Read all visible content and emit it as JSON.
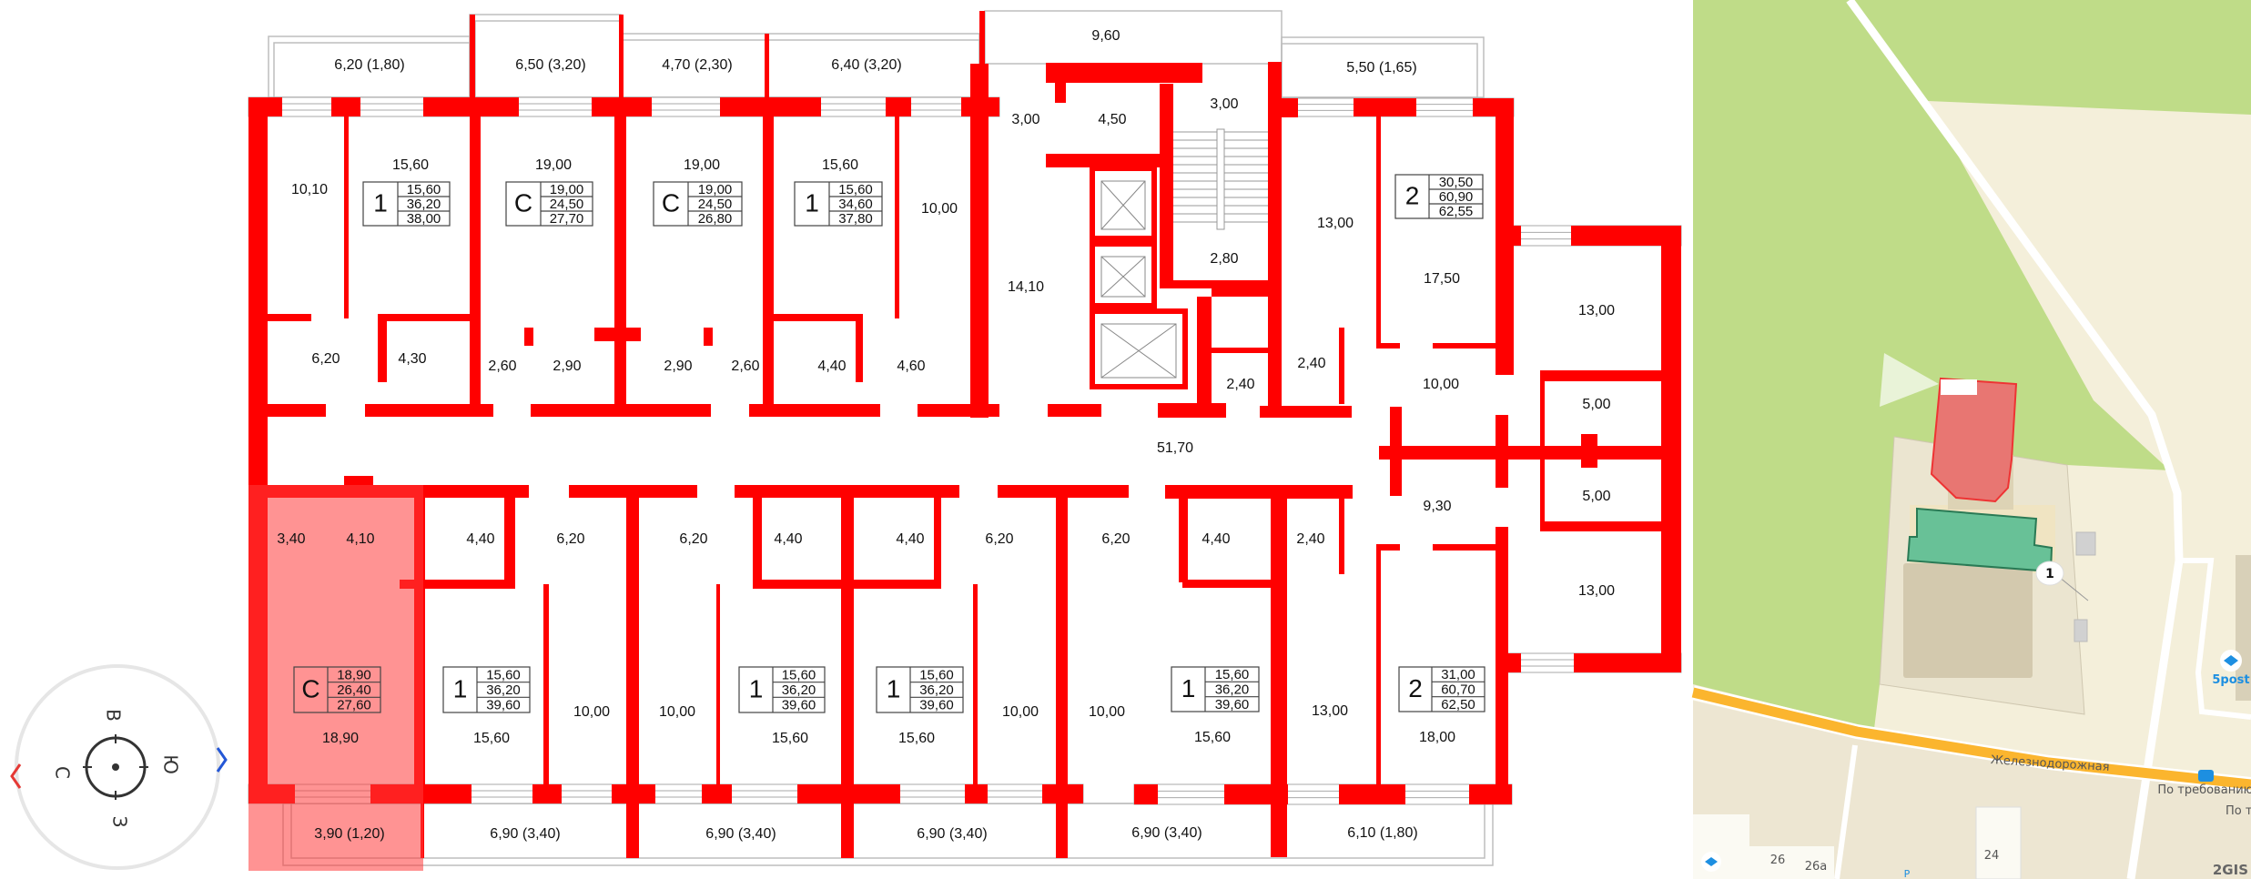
{
  "colors": {
    "wall": "#ff0000",
    "highlight": "#ff4d4d",
    "park": "#bfdc88",
    "ground": "#f4efda",
    "road": "#fbb52e",
    "selected_building": "#e87672",
    "building_green": "#68c197",
    "link_blue": "#1d8fe1"
  },
  "plan": {
    "balcony_areas": [
      "6,20 (1,80)",
      "6,50 (3,20)",
      "4,70 (2,30)",
      "6,40 (3,20)",
      "9,60",
      "5,50 (1,65)",
      "3,90 (1,20)",
      "6,90 (3,40)",
      "6,90 (3,40)",
      "6,90 (3,40)",
      "6,90 (3,40)",
      "6,10 (1,80)"
    ],
    "room_areas": [
      "10,10",
      "15,60",
      "19,00",
      "19,00",
      "15,60",
      "10,00",
      "14,10",
      "3,00",
      "4,50",
      "3,00",
      "2,80",
      "13,00",
      "17,50",
      "13,00",
      "6,20",
      "4,30",
      "2,60",
      "2,90",
      "2,90",
      "2,60",
      "4,40",
      "4,60",
      "2,40",
      "2,40",
      "10,00",
      "5,00",
      "51,70",
      "5,00",
      "9,30",
      "3,40",
      "4,10",
      "4,40",
      "6,20",
      "6,20",
      "4,40",
      "4,40",
      "6,20",
      "6,20",
      "4,40",
      "2,40",
      "13,00",
      "10,00",
      "10,00",
      "10,00",
      "10,00",
      "13,00",
      "18,90",
      "15,60",
      "15,60",
      "15,60",
      "15,60",
      "18,00"
    ],
    "apartments": [
      {
        "type": "1",
        "values": [
          "15,60",
          "36,20",
          "38,00"
        ]
      },
      {
        "type": "С",
        "values": [
          "19,00",
          "24,50",
          "27,70"
        ]
      },
      {
        "type": "С",
        "values": [
          "19,00",
          "24,50",
          "26,80"
        ]
      },
      {
        "type": "1",
        "values": [
          "15,60",
          "34,60",
          "37,80"
        ]
      },
      {
        "type": "2",
        "values": [
          "30,50",
          "60,90",
          "62,55"
        ]
      },
      {
        "type": "С",
        "values": [
          "18,90",
          "26,40",
          "27,60"
        ],
        "selected": true
      },
      {
        "type": "1",
        "values": [
          "15,60",
          "36,20",
          "39,60"
        ]
      },
      {
        "type": "1",
        "values": [
          "15,60",
          "36,20",
          "39,60"
        ]
      },
      {
        "type": "1",
        "values": [
          "15,60",
          "36,20",
          "39,60"
        ]
      },
      {
        "type": "1",
        "values": [
          "15,60",
          "36,20",
          "39,60"
        ]
      },
      {
        "type": "2",
        "values": [
          "31,00",
          "60,70",
          "62,50"
        ]
      }
    ]
  },
  "compass": {
    "top": "В",
    "left": "С",
    "right": "Ю",
    "bottom": "З",
    "rotate_left_icon": "chevron-left-icon",
    "rotate_right_icon": "chevron-right-icon"
  },
  "map": {
    "street": "Железнодорожная",
    "bus_stop": "По требованию",
    "bus_stop_cut": "По тр",
    "poi": "5post",
    "house_numbers": [
      "26",
      "26а",
      "24"
    ],
    "entrance_marker": "1",
    "parking": "P",
    "logo": "2GIS"
  }
}
